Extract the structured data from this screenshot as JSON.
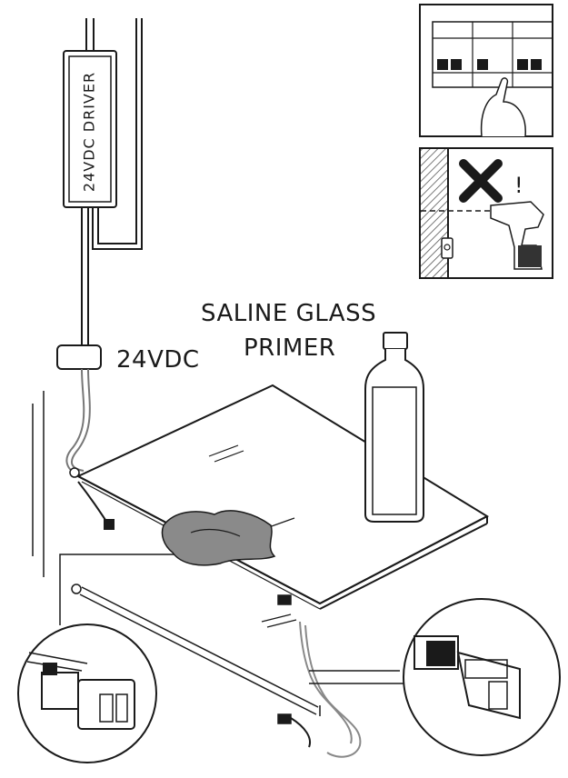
{
  "labels": {
    "driver": "24VDC DRIVER",
    "product_line1": "SALINE GLASS",
    "product_line2": "PRIMER",
    "voltage": "24VDC"
  },
  "icons": [
    "circuit-breaker-off-icon",
    "no-drilling-icon",
    "primer-bottle-icon",
    "cleaning-cloth-icon",
    "connector-detail-icon"
  ],
  "colors": {
    "line": "#1a1a1a",
    "shade": "#999999",
    "bottle_fill": "#ffffff"
  }
}
